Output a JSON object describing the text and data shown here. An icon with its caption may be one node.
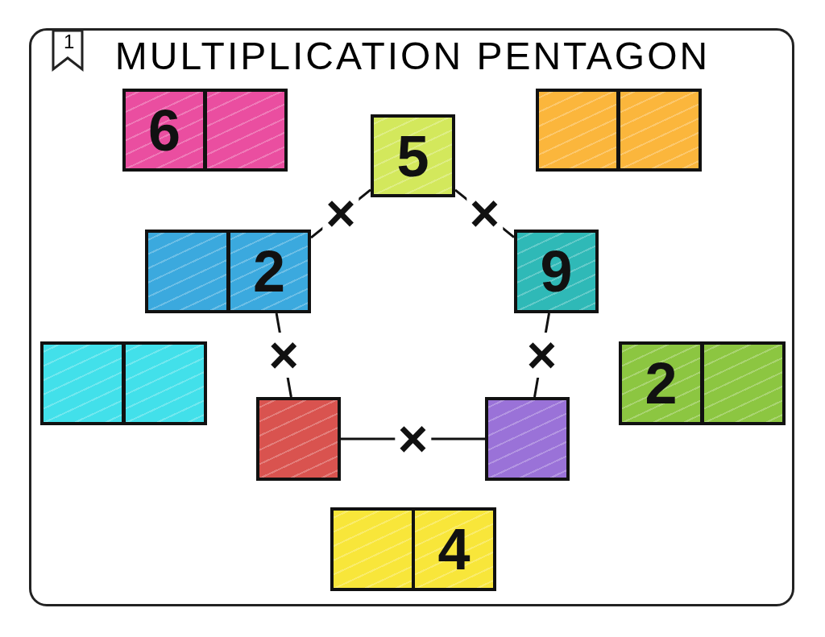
{
  "diagram": {
    "title": "MULTIPLICATION PENTAGON",
    "nodes": [
      {
        "text": [
          "6"
        ]
      },
      {
        "text": [],
        "shape": "box"
      },
      {
        "text": [
          "5"
        ]
      },
      {
        "text": [],
        "shape": "box"
      },
      {
        "text": [],
        "shape": "box"
      },
      {
        "text": [],
        "shape": "box"
      },
      {
        "text": [
          "2"
        ]
      },
      {
        "text": [
          "9"
        ]
      },
      {
        "text": [],
        "shape": "box"
      },
      {
        "text": [],
        "shape": "box"
      },
      {
        "text": [
          "2"
        ]
      },
      {
        "text": [],
        "shape": "box"
      },
      {
        "text": [],
        "shape": "box"
      },
      {
        "text": [],
        "shape": "box"
      },
      {
        "text": [],
        "shape": "box"
      },
      {
        "text": [
          "4"
        ]
      }
    ],
    "edges": [
      {
        "from": 2,
        "to": 6,
        "arrow": "none",
        "label": "×"
      },
      {
        "from": 2,
        "to": 7,
        "arrow": "none",
        "label": "×"
      },
      {
        "from": 6,
        "to": 12,
        "arrow": "none",
        "label": "×"
      },
      {
        "from": 7,
        "to": 13,
        "arrow": "none",
        "label": "×"
      },
      {
        "from": 12,
        "to": 13,
        "arrow": "none",
        "label": "×"
      }
    ],
    "labels": [
      "1"
    ]
  }
}
